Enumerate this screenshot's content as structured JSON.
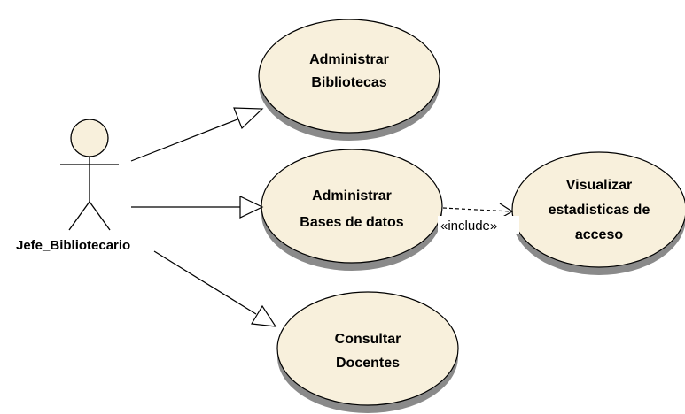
{
  "diagram": {
    "actor": {
      "name": "Jefe_Bibliotecario"
    },
    "use_cases": {
      "administrar_bibliotecas": [
        "Administrar",
        "Bibliotecas"
      ],
      "administrar_bases": [
        "Administrar",
        "Bases de datos"
      ],
      "visualizar_estadisticas": [
        "Visualizar",
        "estadisticas de",
        "acceso"
      ],
      "consultar_docentes": [
        "Consultar",
        "Docentes"
      ]
    },
    "include_label": "«include»"
  },
  "colors": {
    "usecase_fill": "#f8f0dc",
    "shadow": "#8a8a8a",
    "stroke": "#000000"
  }
}
